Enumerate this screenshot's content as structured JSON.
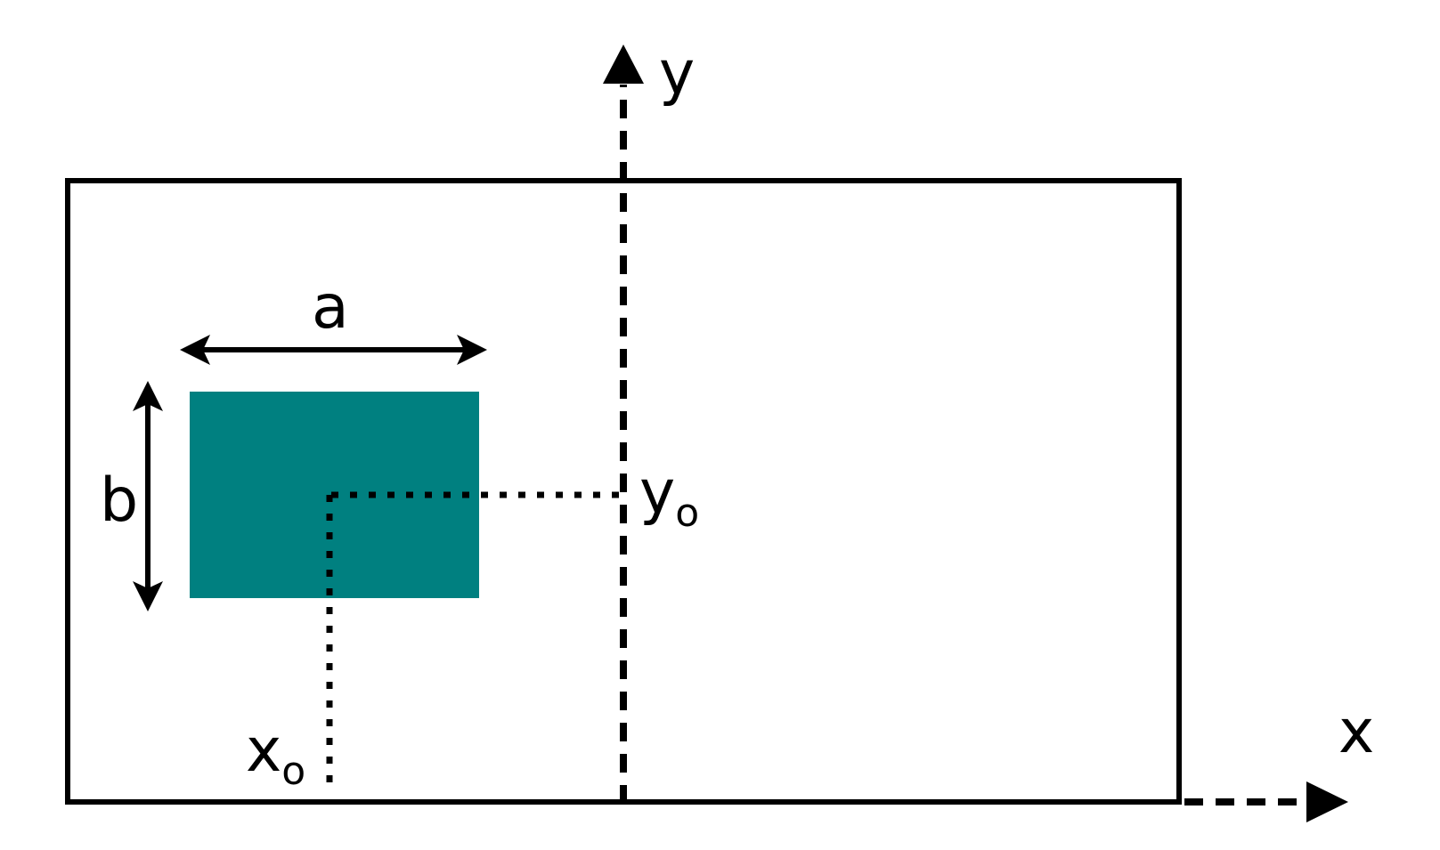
{
  "diagram": {
    "description_labels": {
      "y_axis": "y",
      "x_axis": "x",
      "dim_width": "a",
      "dim_height": "b",
      "x0_base": "x",
      "x0_sub": "o",
      "y0_base": "y",
      "y0_sub": "o"
    },
    "colors": {
      "rect_fill": "#008080",
      "line": "#000000",
      "background": "#ffffff"
    }
  }
}
